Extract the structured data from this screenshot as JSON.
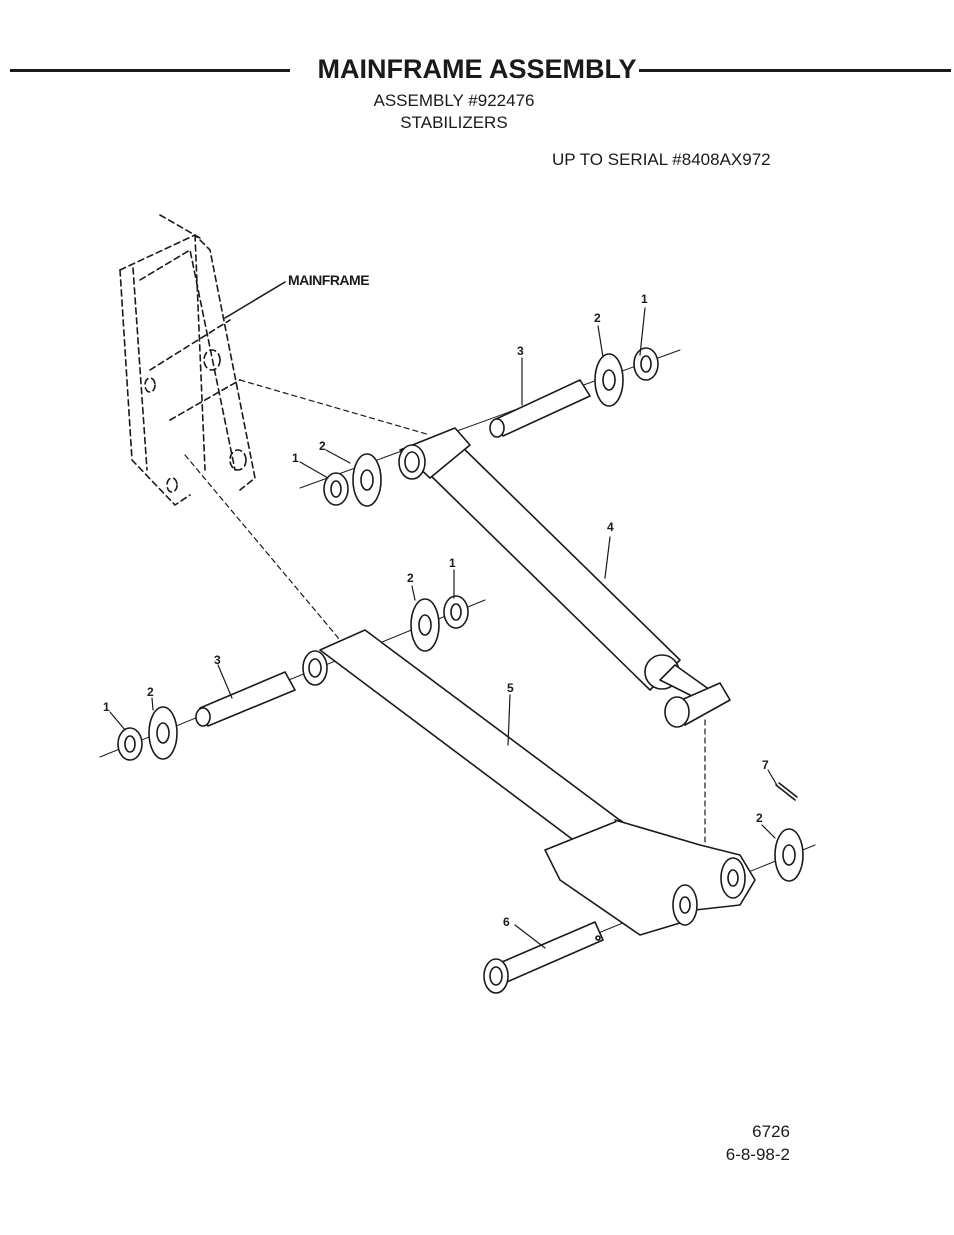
{
  "header": {
    "title": "MAINFRAME ASSEMBLY",
    "assembly": "ASSEMBLY #922476",
    "subtitle": "STABILIZERS",
    "serial": "UP TO SERIAL #8408AX972"
  },
  "diagram": {
    "mainframe_label": "MAINFRAME",
    "callouts": {
      "upper_right_lockwasher": "1",
      "upper_right_washer": "2",
      "upper_pin": "3",
      "upper_left_washer": "2",
      "upper_left_lockwasher": "1",
      "upper_stabilizer": "4",
      "lower_washer_top": "2",
      "lower_lockwasher_top": "1",
      "lower_pin": "3",
      "lower_washer_left": "2",
      "lower_lockwasher_left": "1",
      "lower_stabilizer": "5",
      "cotter_pin": "7",
      "end_washer": "2",
      "clevis_pin": "6"
    }
  },
  "footer": {
    "page_number": "6726",
    "revision": "6-8-98-2"
  }
}
